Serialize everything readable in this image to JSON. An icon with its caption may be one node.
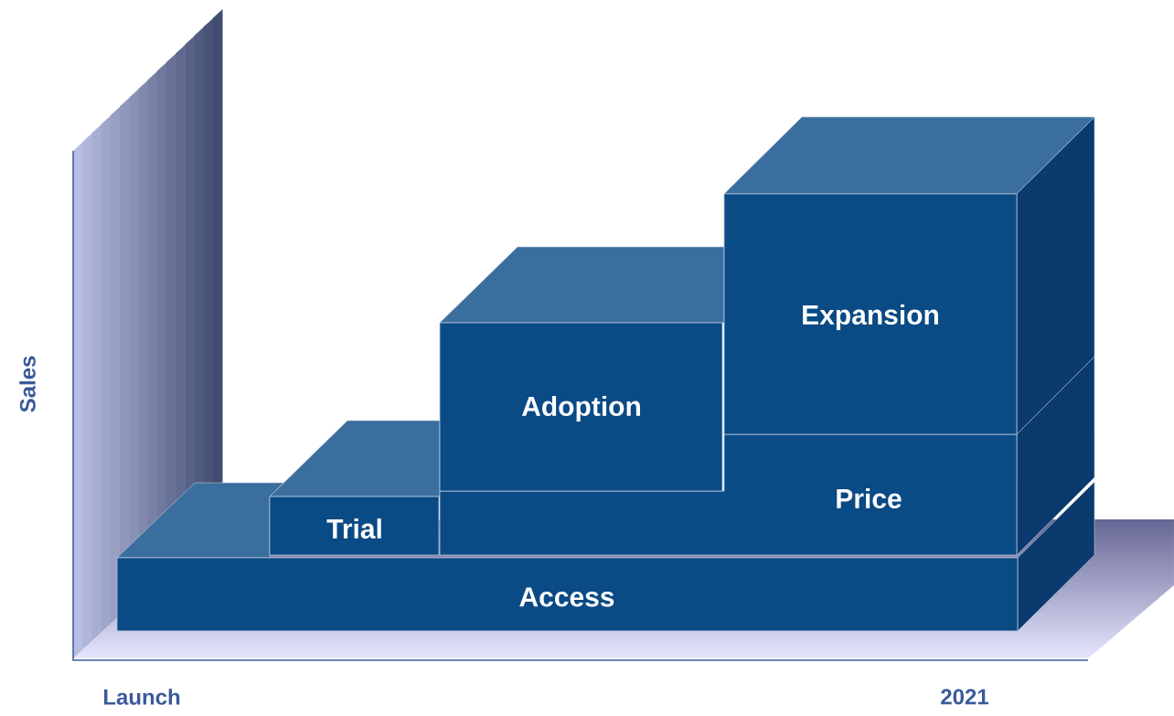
{
  "diagram": {
    "nodes": [
      {
        "text": [
          "Expansion"
        ]
      },
      {
        "text": [
          "Adoption"
        ]
      },
      {
        "text": [
          "Price"
        ]
      },
      {
        "text": [
          "Trial"
        ]
      },
      {
        "text": [
          "Access"
        ]
      }
    ],
    "labels": [
      "Sales",
      "Launch",
      "2021"
    ]
  }
}
